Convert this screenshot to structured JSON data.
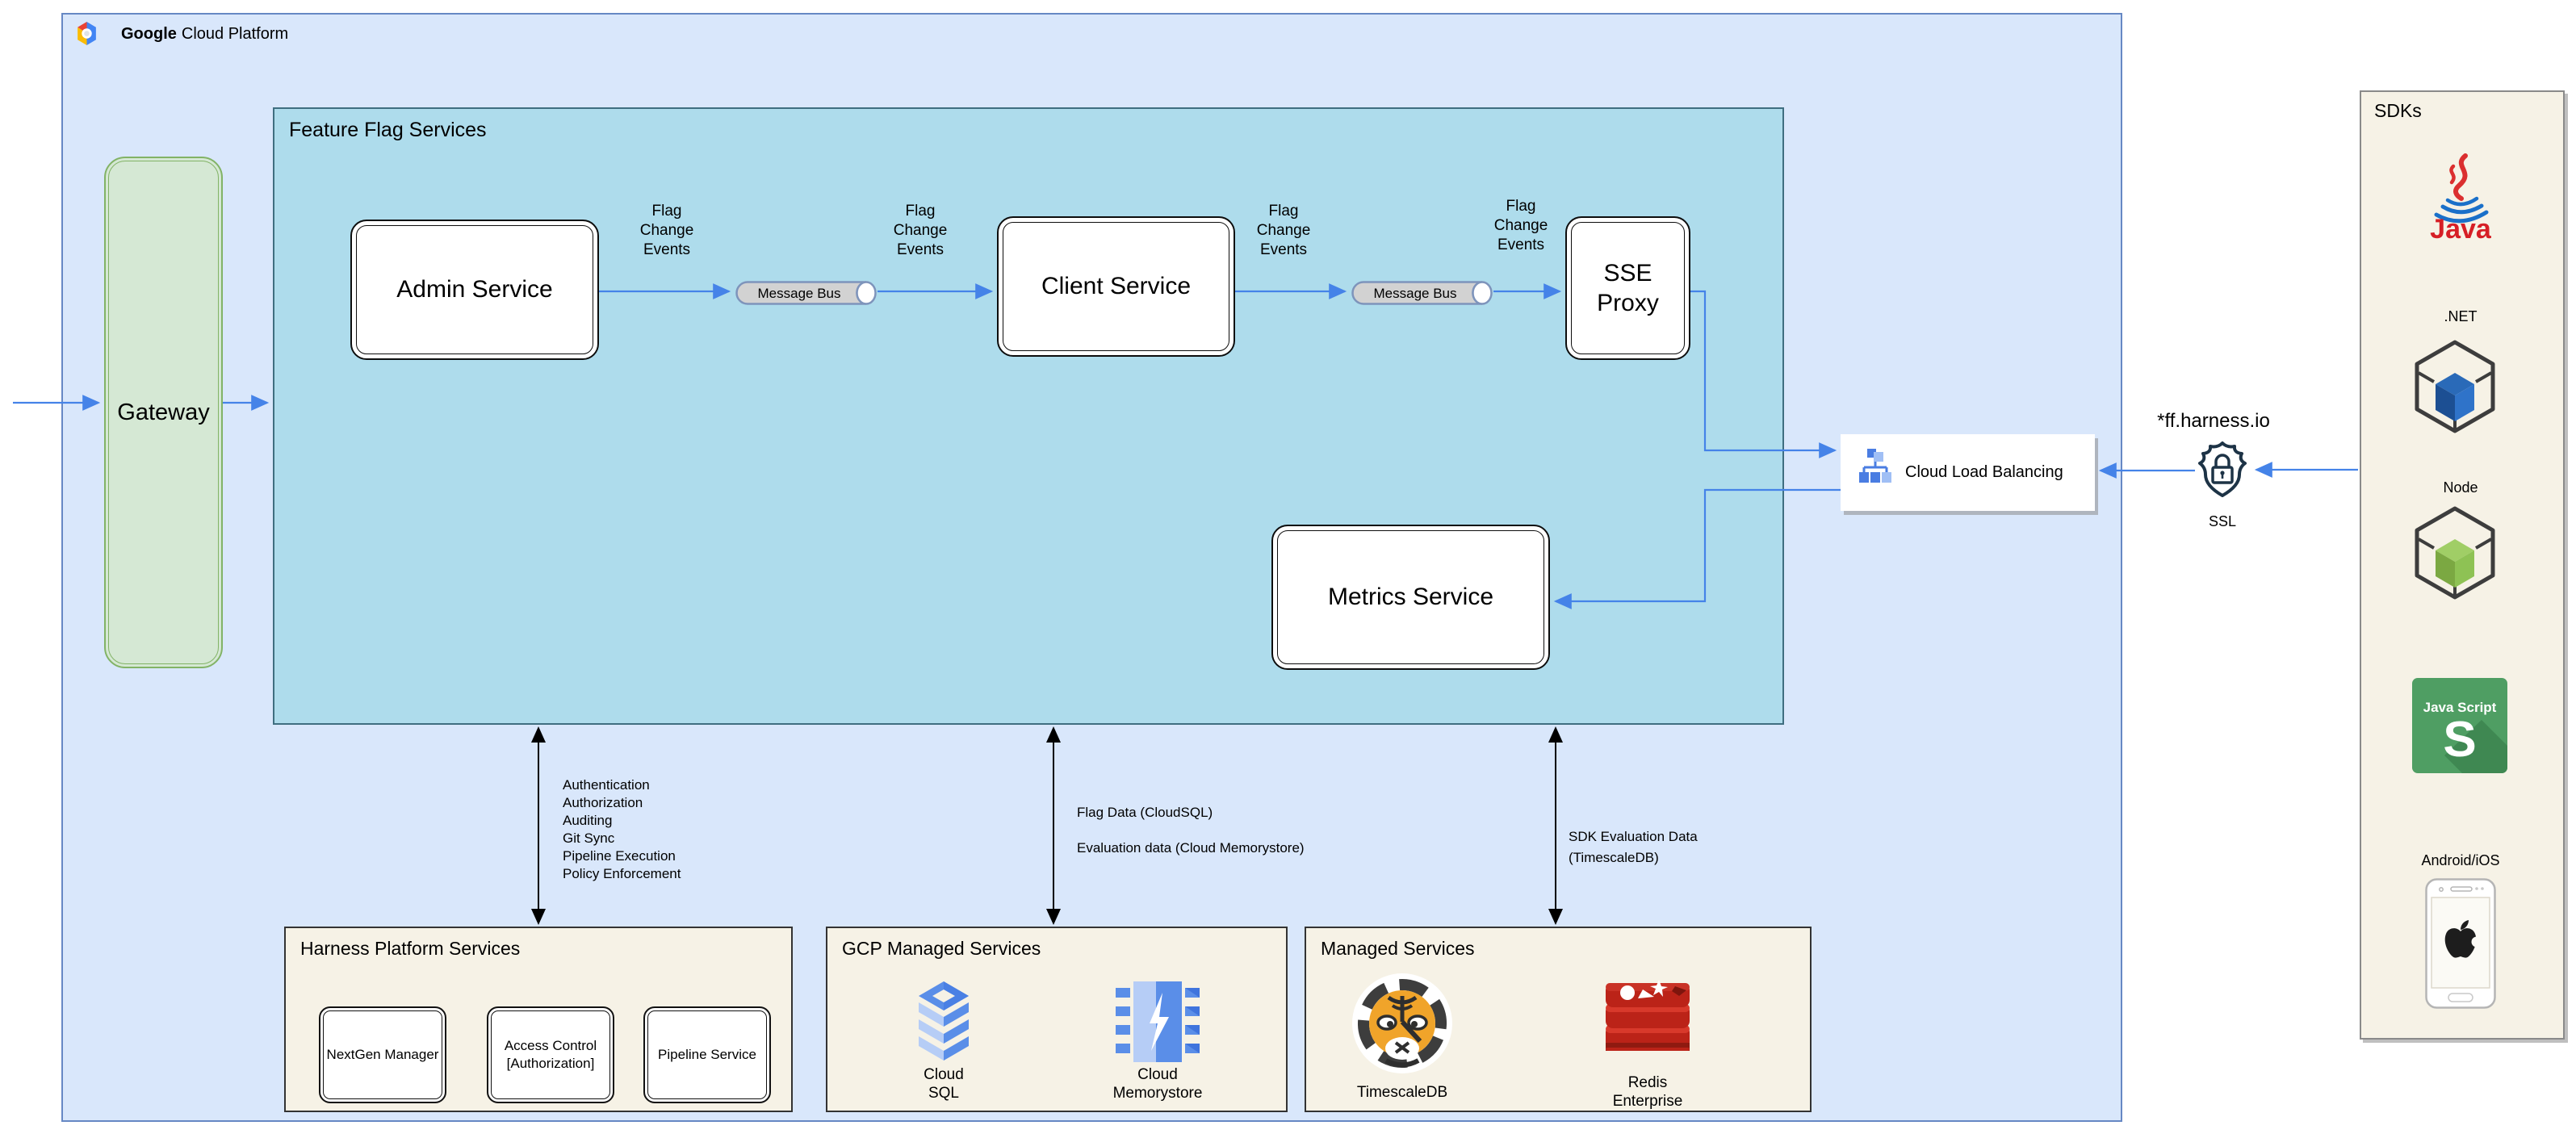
{
  "header": {
    "brand_bold": "Google",
    "brand_rest": "Cloud Platform",
    "logo_icon": "gcp-hexagon-logo-icon"
  },
  "gateway": {
    "label": "Gateway"
  },
  "ffs": {
    "title": "Feature Flag Services",
    "admin": "Admin Service",
    "client": "Client Service",
    "sse": "SSE\nProxy",
    "metrics": "Metrics Service",
    "message_bus": "Message Bus",
    "flag_change": "Flag\nChange\nEvents"
  },
  "clb": {
    "label": "Cloud Load Balancing",
    "icon": "load-balancer-icon"
  },
  "ssl": {
    "domain": "*ff.harness.io",
    "label": "SSL",
    "icon": "ssl-shield-lock-icon"
  },
  "sdks": {
    "title": "SDKs",
    "java_text": "Java",
    "dotnet_label": ".NET",
    "node_label": "Node",
    "js_text": "Java Script",
    "js_letter": "S",
    "android_label": "Android/iOS",
    "icons": [
      "java-logo-icon",
      "dotnet-cube-icon",
      "node-cube-icon",
      "javascript-icon",
      "mobile-phone-apple-icon"
    ]
  },
  "flows": {
    "platform": "Authentication\nAuthorization\nAuditing\nGit Sync\nPipeline Execution\nPolicy Enforcement",
    "flag_data": "Flag Data (CloudSQL)",
    "eval_data": "Evaluation data (Cloud Memorystore)",
    "sdk_eval": "SDK Evaluation Data\n(TimescaleDB)"
  },
  "hps": {
    "title": "Harness Platform Services",
    "box1": "NextGen Manager",
    "box2": "Access Control\n[Authorization]",
    "box3": "Pipeline Service"
  },
  "gcpms": {
    "title": "GCP Managed Services",
    "sql_label": "Cloud\nSQL",
    "mem_label": "Cloud\nMemorystore",
    "icons": [
      "cloud-sql-icon",
      "cloud-memorystore-icon"
    ]
  },
  "ms": {
    "title": "Managed Services",
    "timescale_label": "TimescaleDB",
    "redis_label": "Redis\nEnterprise",
    "icons": [
      "timescaledb-tiger-icon",
      "redis-icon"
    ]
  },
  "colors": {
    "gcp_fill": "#d9e7fb",
    "gcp_border": "#6688c4",
    "ffs_fill": "#aedcec",
    "ffs_border": "#3f6e80",
    "gateway_fill": "#d5e8d4",
    "gateway_border": "#82b366",
    "cream_fill": "#f6f2e6",
    "arrow_blue": "#4583e8",
    "arrow_black": "#000000",
    "gcp_icon_blue_dark": "#4a7de2",
    "gcp_icon_blue_light": "#b6cdf6",
    "redis_red": "#bb2318",
    "tiger_orange": "#f0a42a",
    "js_green": "#4f9e63"
  }
}
